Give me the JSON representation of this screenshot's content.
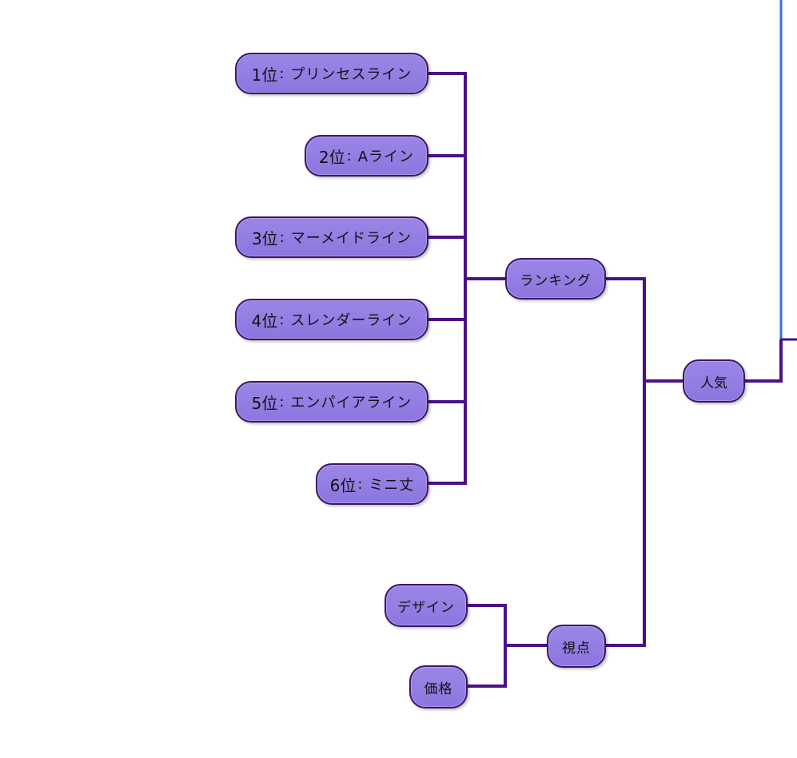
{
  "mindmap": {
    "center": {
      "label": "人気"
    },
    "branches": [
      {
        "label": "ランキング",
        "children": [
          {
            "rank": "1位",
            "sep": ":",
            "name": "プリンセスライン"
          },
          {
            "rank": "2位",
            "sep": ":",
            "name": "Aライン"
          },
          {
            "rank": "3位",
            "sep": ":",
            "name": "マーメイドライン"
          },
          {
            "rank": "4位",
            "sep": ":",
            "name": "スレンダーライン"
          },
          {
            "rank": "5位",
            "sep": ":",
            "name": "エンパイアライン"
          },
          {
            "rank": "6位",
            "sep": ":",
            "name": "ミニ丈"
          }
        ]
      },
      {
        "label": "視点",
        "children": [
          {
            "name": "デザイン"
          },
          {
            "name": "価格"
          }
        ]
      }
    ]
  },
  "colors": {
    "node_fill": "#8f7ae0",
    "node_border": "#3d1466",
    "connector": "#4b1187",
    "boundary": "#3a6fd8"
  }
}
